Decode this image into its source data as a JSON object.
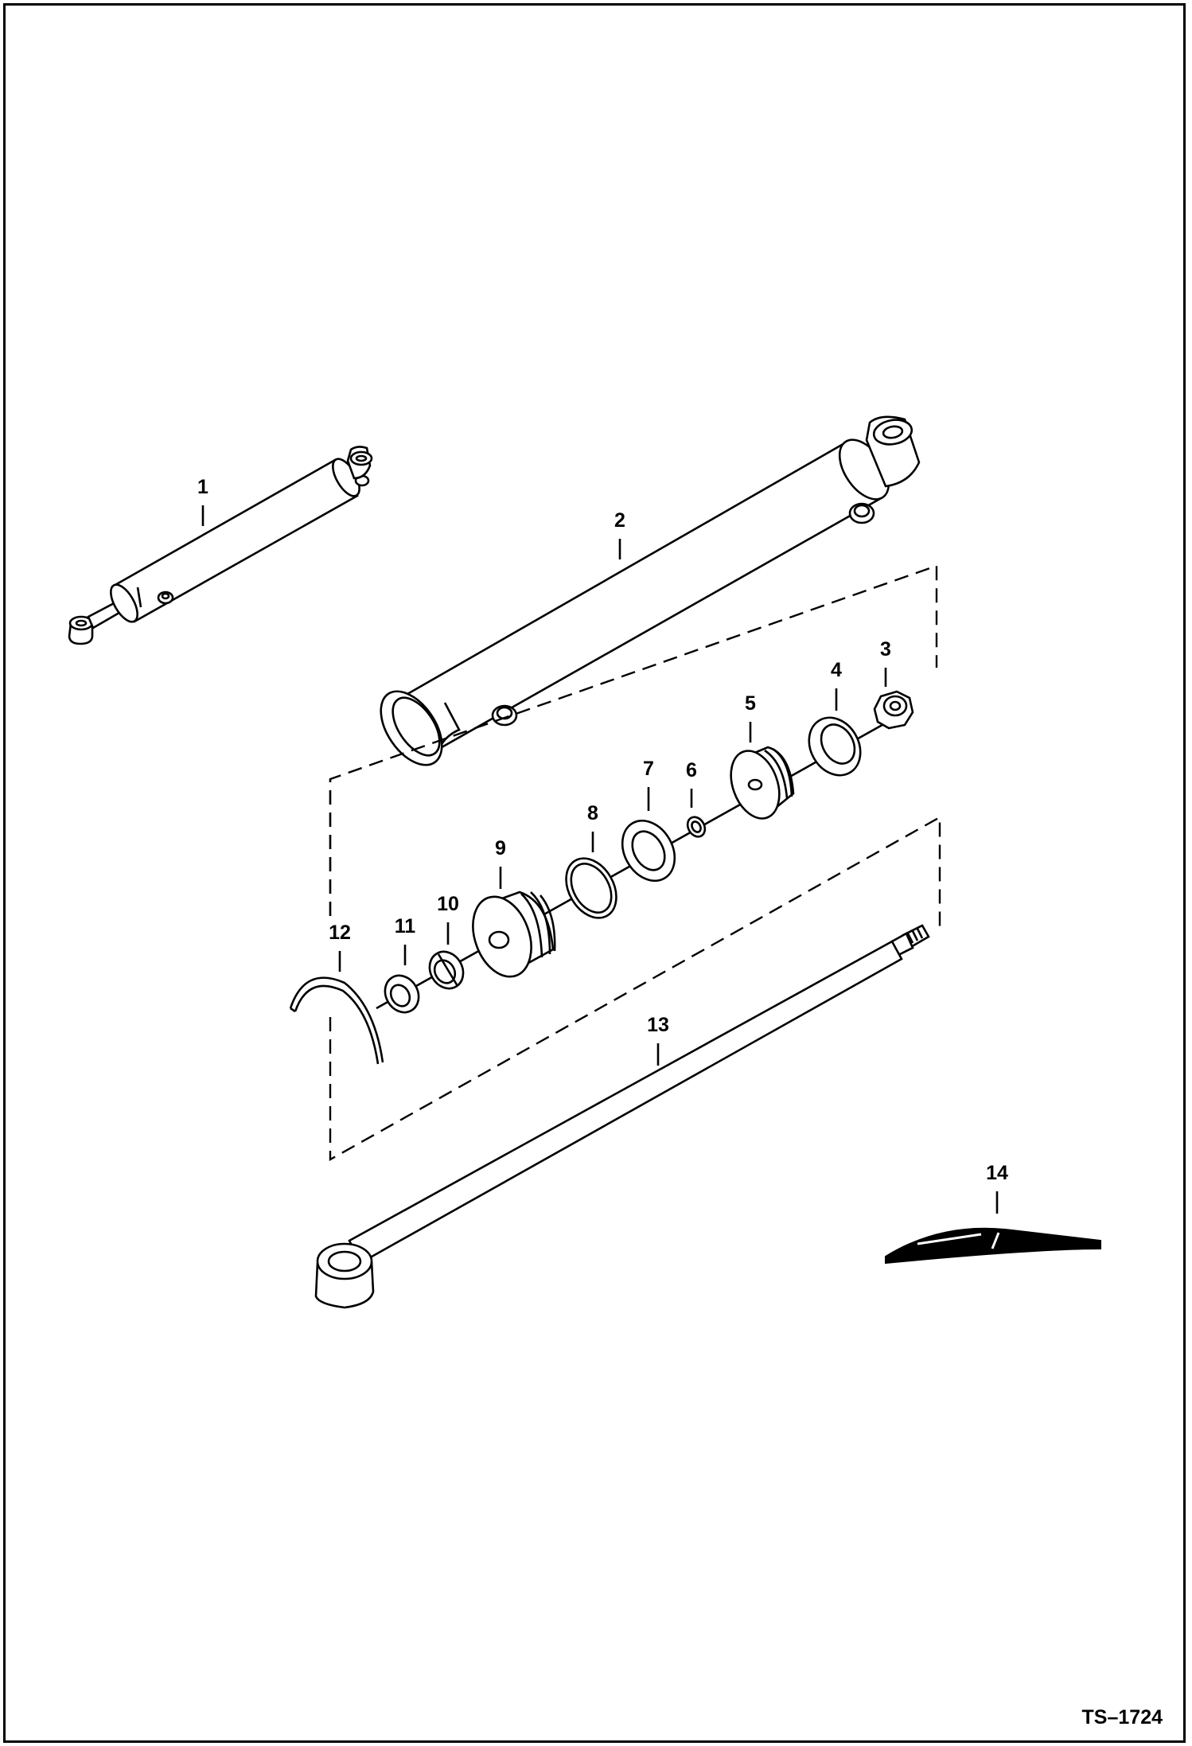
{
  "callouts": {
    "c1": "1",
    "c2": "2",
    "c3": "3",
    "c4": "4",
    "c5": "5",
    "c6": "6",
    "c7": "7",
    "c8": "8",
    "c9": "9",
    "c10": "10",
    "c11": "11",
    "c12": "12",
    "c13": "13",
    "c14": "14"
  },
  "figure_id": "TS–1724"
}
